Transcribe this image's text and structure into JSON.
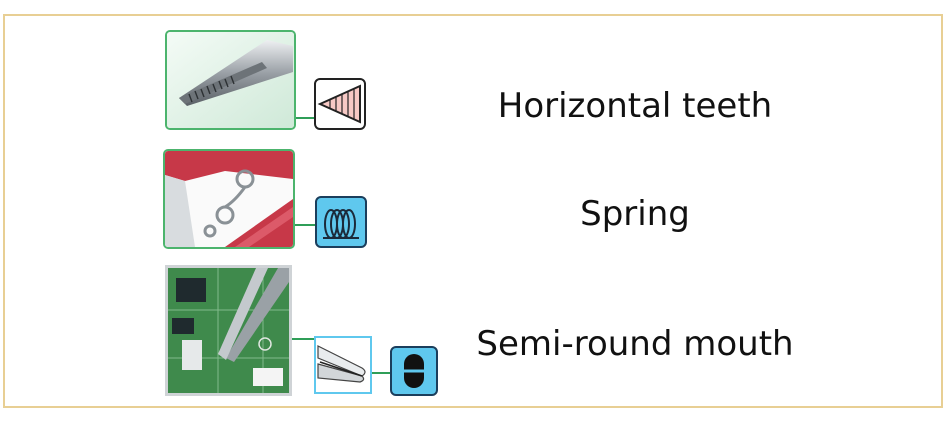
{
  "features": [
    {
      "label": "Horizontal teeth",
      "icon": "horizontal-teeth-icon"
    },
    {
      "label": "Spring",
      "icon": "spring-coil-icon"
    },
    {
      "label": "Semi-round mouth",
      "icon": "semi-round-mouth-icon"
    }
  ],
  "colors": {
    "frame_border": "#e8cf94",
    "photo_border_green": "#4cb46d",
    "icon_blue": "#5fc8ee",
    "text": "#111111"
  }
}
